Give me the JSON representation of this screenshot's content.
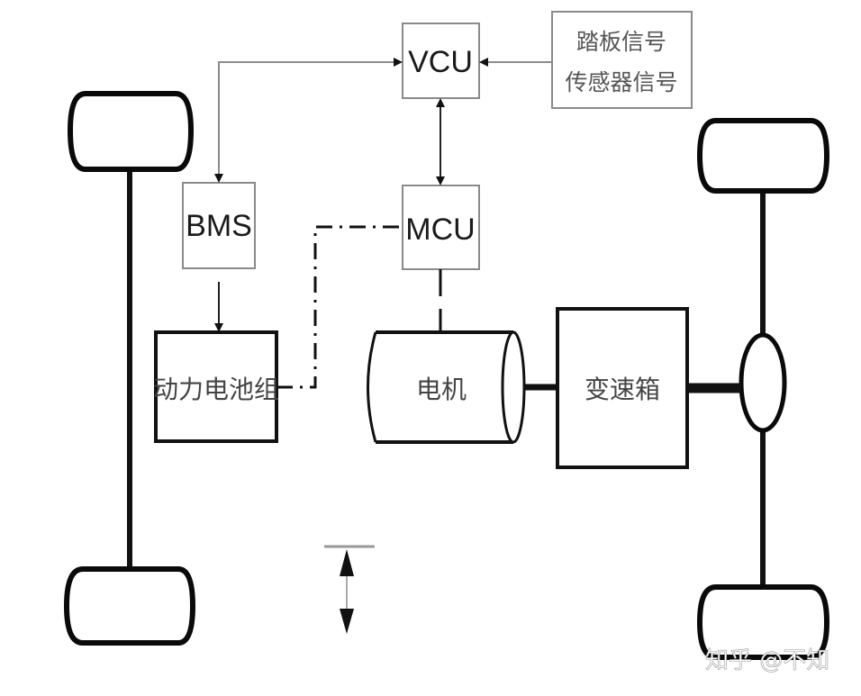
{
  "diagram": {
    "title": "",
    "nodes": {
      "vcu": "VCU",
      "bms": "BMS",
      "mcu": "MCU",
      "battery": "动力电池组",
      "motor": "电机",
      "gearbox": "变速箱",
      "sensor_line1": "踏板信号",
      "sensor_line2": "传感器信号"
    },
    "connections": [
      {
        "from": "sensor",
        "to": "vcu",
        "type": "signal-arrow"
      },
      {
        "from": "vcu",
        "to": "bms",
        "type": "signal-bidirectional"
      },
      {
        "from": "vcu",
        "to": "mcu",
        "type": "signal-bidirectional"
      },
      {
        "from": "bms",
        "to": "battery",
        "type": "signal-arrow"
      },
      {
        "from": "battery",
        "to": "mcu",
        "type": "power-dash-dot"
      },
      {
        "from": "mcu",
        "to": "motor",
        "type": "control-dashed"
      },
      {
        "from": "motor",
        "to": "gearbox",
        "type": "mechanical-shaft"
      },
      {
        "from": "gearbox",
        "to": "differential",
        "type": "mechanical-shaft"
      }
    ],
    "legend_symbol": "bidirectional-arrow",
    "watermark": "知乎 @不知"
  }
}
